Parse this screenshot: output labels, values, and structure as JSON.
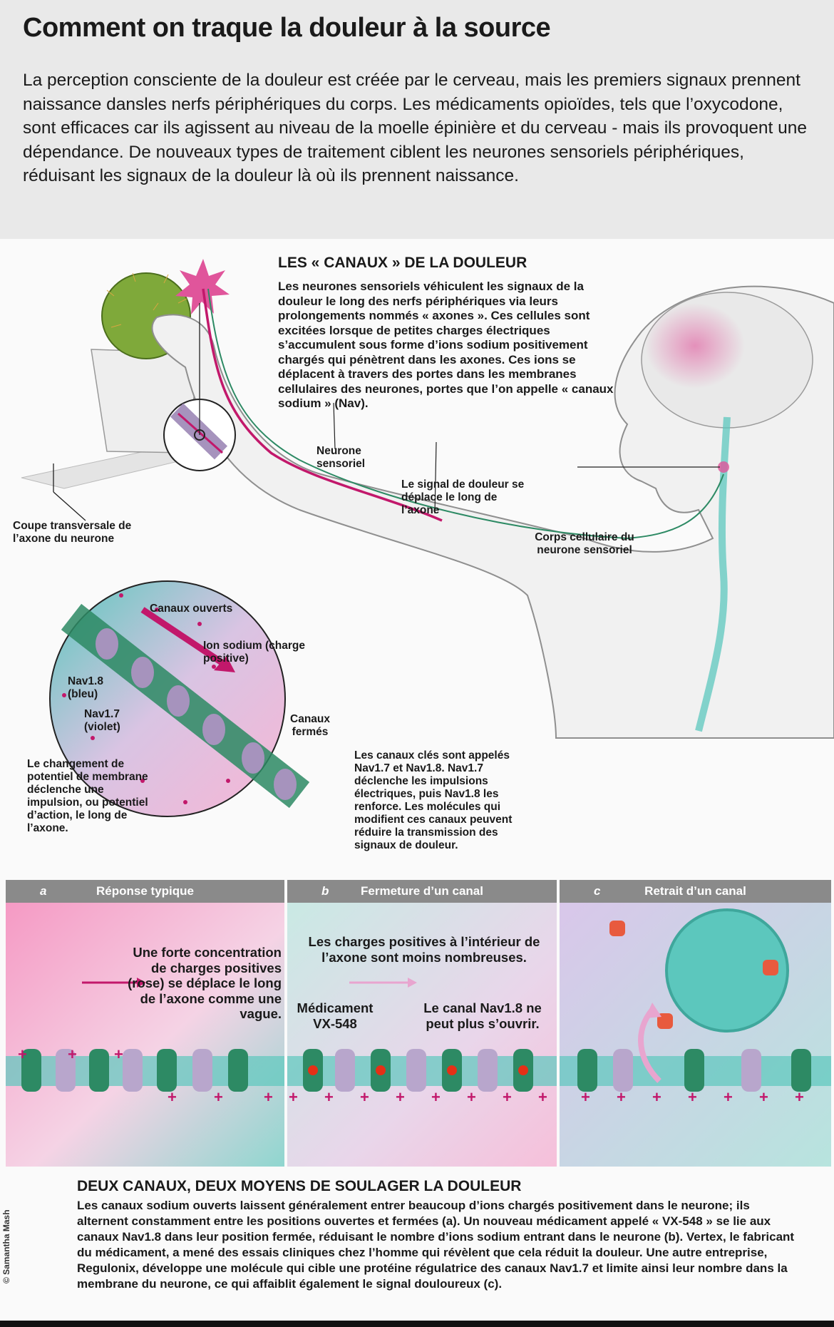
{
  "title": "Comment on traque la douleur à la source",
  "intro": "La perception consciente de la douleur est créée par le cerveau, mais les premiers signaux prennent naissance dansles nerfs périphériques du corps. Les médicaments opioïdes, tels que l’oxycodone, sont efficaces car ils agissent au niveau de la moelle épinière et du cerveau - mais ils provoquent une dépendance. De nouveaux types de traitement ciblent les neurones sensoriels périphériques, réduisant les signaux de la douleur là où ils prennent naissance.",
  "channels_section": {
    "heading": "LES « CANAUX » DE LA DOULEUR",
    "text": "Les neurones sensoriels véhiculent les signaux de la douleur le long des nerfs périphériques via leurs prolongements nommés « axones ». Ces cellules sont excitées lorsque de petites charges électriques s’accumulent sous forme d’ions sodium positivement chargés qui pénètrent dans les axones. Ces ions se déplacent à travers des portes dans les membranes cellulaires des neurones, portes que l’on appelle « canaux sodium » (Nav)."
  },
  "labels": {
    "neurone_sensoriel": "Neurone sensoriel",
    "signal": "Le signal de douleur se déplace le long de l’axone",
    "corps_cellulaire": "Corps cellulaire du neurone sensoriel",
    "coupe": "Coupe transversale de l’axone du neurone",
    "canaux_ouverts": "Canaux ouverts",
    "ion_sodium": "Ion sodium (charge positive)",
    "nav18": "Nav1.8 (bleu)",
    "nav17": "Nav1.7 (violet)",
    "canaux_fermes": "Canaux fermés",
    "changement": "Le changement de potentiel de membrane déclenche une impulsion, ou potentiel d’action, le long de l’axone.",
    "canaux_cles": "Les canaux clés sont appelés Nav1.7 et Nav1.8. Nav1.7 déclenche les impulsions électriques, puis Nav1.8 les renforce. Les molécules qui modifient ces canaux peuvent réduire la transmission des signaux de douleur."
  },
  "panels": [
    {
      "letter": "a",
      "name": "Réponse typique",
      "text": "Une forte concentration de charges positives (rose) se déplace le long de l’axone comme une vague."
    },
    {
      "letter": "b",
      "name": "Fermeture d’un canal",
      "text": "Les charges positives à l’intérieur de l’axone sont moins nombreuses.",
      "drug": "Médicament VX-548",
      "canal": "Le canal Nav1.8 ne peut plus s’ouvrir."
    },
    {
      "letter": "c",
      "name": "Retrait d’un canal"
    }
  ],
  "bottom": {
    "heading": "DEUX CANAUX, DEUX MOYENS DE SOULAGER LA DOULEUR",
    "text": "Les canaux sodium ouverts laissent généralement entrer beaucoup d’ions chargés positivement dans le neurone; ils alternent constamment entre les positions ouvertes et fermées (a). Un nouveau médicament appelé « VX-548 » se lie aux canaux Nav1.8 dans leur position fermée, réduisant le nombre d’ions sodium entrant dans le neurone (b). Vertex, le fabricant du médicament, a mené des essais cliniques chez l’homme qui révèlent que cela réduit la douleur. Une autre entreprise, Regulonix, développe une molécule qui cible une protéine régulatrice des canaux Nav1.7 et limite ainsi leur nombre dans la membrane du neurone, ce qui affaiblit également le signal douloureux (c)."
  },
  "credit": "© Samantha Mash",
  "colors": {
    "pink": "#e0559b",
    "teal": "#5cc7bd",
    "green": "#2d8a64",
    "violet": "#a693bd",
    "magenta": "#c2186b"
  }
}
